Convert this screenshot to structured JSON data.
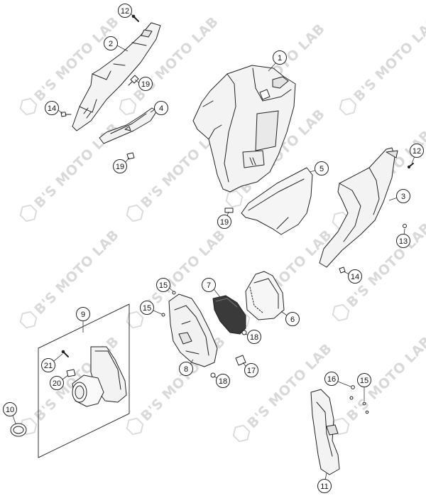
{
  "watermark": {
    "text": "B'S MOTO LAB"
  },
  "callouts": [
    {
      "id": "12a",
      "label": "12"
    },
    {
      "id": "2",
      "label": "2"
    },
    {
      "id": "19a",
      "label": "19"
    },
    {
      "id": "14a",
      "label": "14"
    },
    {
      "id": "4",
      "label": "4"
    },
    {
      "id": "19b",
      "label": "19"
    },
    {
      "id": "1",
      "label": "1"
    },
    {
      "id": "5",
      "label": "5"
    },
    {
      "id": "12b",
      "label": "12"
    },
    {
      "id": "3",
      "label": "3"
    },
    {
      "id": "19c",
      "label": "19"
    },
    {
      "id": "13",
      "label": "13"
    },
    {
      "id": "14b",
      "label": "14"
    },
    {
      "id": "15a",
      "label": "15"
    },
    {
      "id": "7",
      "label": "7"
    },
    {
      "id": "6",
      "label": "6"
    },
    {
      "id": "15b",
      "label": "15"
    },
    {
      "id": "9",
      "label": "9"
    },
    {
      "id": "18a",
      "label": "18"
    },
    {
      "id": "21",
      "label": "21"
    },
    {
      "id": "20",
      "label": "20"
    },
    {
      "id": "8",
      "label": "8"
    },
    {
      "id": "17",
      "label": "17"
    },
    {
      "id": "18b",
      "label": "18"
    },
    {
      "id": "16",
      "label": "16"
    },
    {
      "id": "15c",
      "label": "15"
    },
    {
      "id": "10",
      "label": "10"
    },
    {
      "id": "11",
      "label": "11"
    }
  ]
}
